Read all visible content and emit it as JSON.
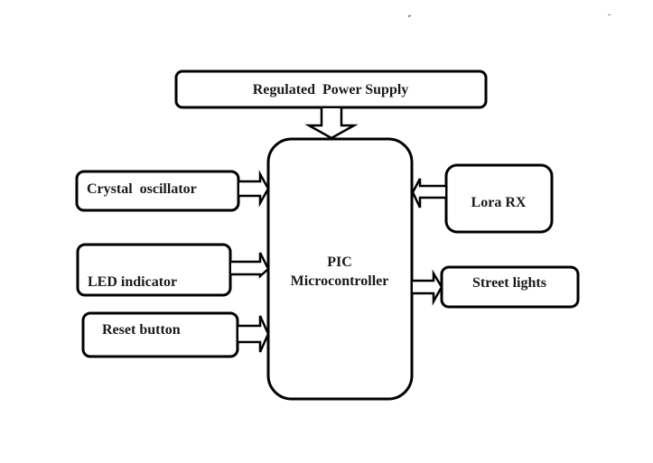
{
  "diagram": {
    "type": "block-diagram",
    "colors": {
      "stroke": "#000000",
      "fill": "#ffffff",
      "text": "#1a1a1a"
    },
    "nodes": {
      "power": {
        "label": "Regulated  Power Supply"
      },
      "mcu": {
        "label_line1": "PIC",
        "label_line2": "Microcontroller"
      },
      "crystal": {
        "label": "Crystal  oscillator"
      },
      "led": {
        "label": "LED indicator"
      },
      "reset": {
        "label": "Reset button"
      },
      "lora": {
        "label": "Lora RX"
      },
      "street": {
        "label": "Street lights"
      }
    },
    "edges": [
      {
        "from": "Regulated Power Supply",
        "to": "PIC Microcontroller"
      },
      {
        "from": "Crystal oscillator",
        "to": "PIC Microcontroller"
      },
      {
        "from": "LED indicator",
        "to": "PIC Microcontroller"
      },
      {
        "from": "Reset button",
        "to": "PIC Microcontroller"
      },
      {
        "from": "Lora RX",
        "to": "PIC Microcontroller"
      },
      {
        "from": "PIC Microcontroller",
        "to": "Street lights"
      }
    ]
  }
}
